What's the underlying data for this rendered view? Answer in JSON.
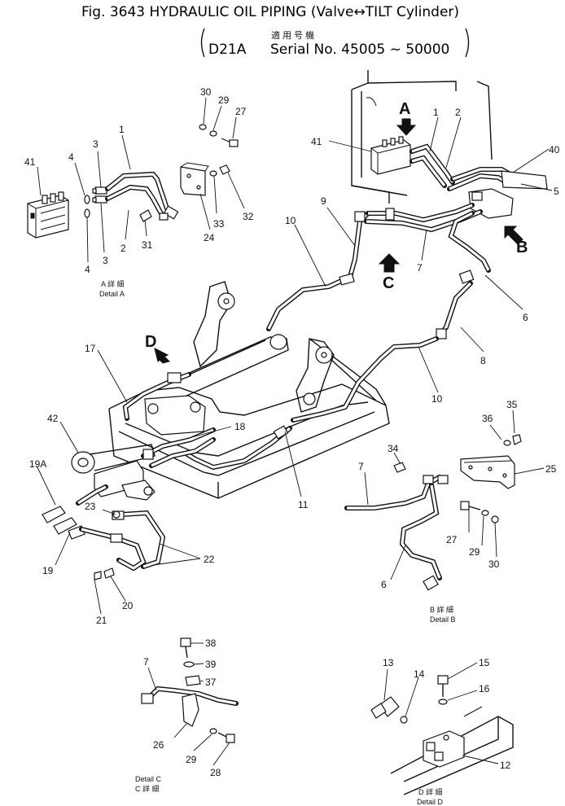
{
  "title": {
    "line1": "Fig. 3643 HYDRAULIC OIL PIPING (Valve↔TILT Cylinder)",
    "jp_applicable": "適 用 号 機",
    "model": "D21A",
    "serial": "Serial No. 45005 ~ 50000"
  },
  "view_arrows": {
    "a": "A",
    "b": "B",
    "c": "C",
    "d": "D"
  },
  "details": {
    "a": {
      "jp": "A 詳 細",
      "en": "Detail A"
    },
    "b": {
      "jp": "B 詳 細",
      "en": "Detail B"
    },
    "c": {
      "en": "Detail C",
      "jp": "C 詳 細"
    },
    "d": {
      "jp": "D 詳 細",
      "en": "Detail D"
    }
  },
  "callouts": {
    "detail_a": [
      "41",
      "4",
      "3",
      "1",
      "3",
      "4",
      "2",
      "31",
      "30",
      "29",
      "27",
      "24",
      "33",
      "32"
    ],
    "main": [
      "A",
      "41",
      "1",
      "2",
      "40",
      "5",
      "9",
      "10",
      "7",
      "C",
      "B",
      "6",
      "8",
      "10",
      "D",
      "17",
      "42",
      "18",
      "19A",
      "11",
      "23",
      "19",
      "22",
      "21",
      "20"
    ],
    "detail_b": [
      "34",
      "7",
      "36",
      "35",
      "25",
      "27",
      "29",
      "30",
      "6"
    ],
    "detail_c": [
      "38",
      "39",
      "7",
      "37",
      "26",
      "29",
      "28"
    ],
    "detail_d": [
      "13",
      "14",
      "15",
      "16",
      "12"
    ]
  }
}
